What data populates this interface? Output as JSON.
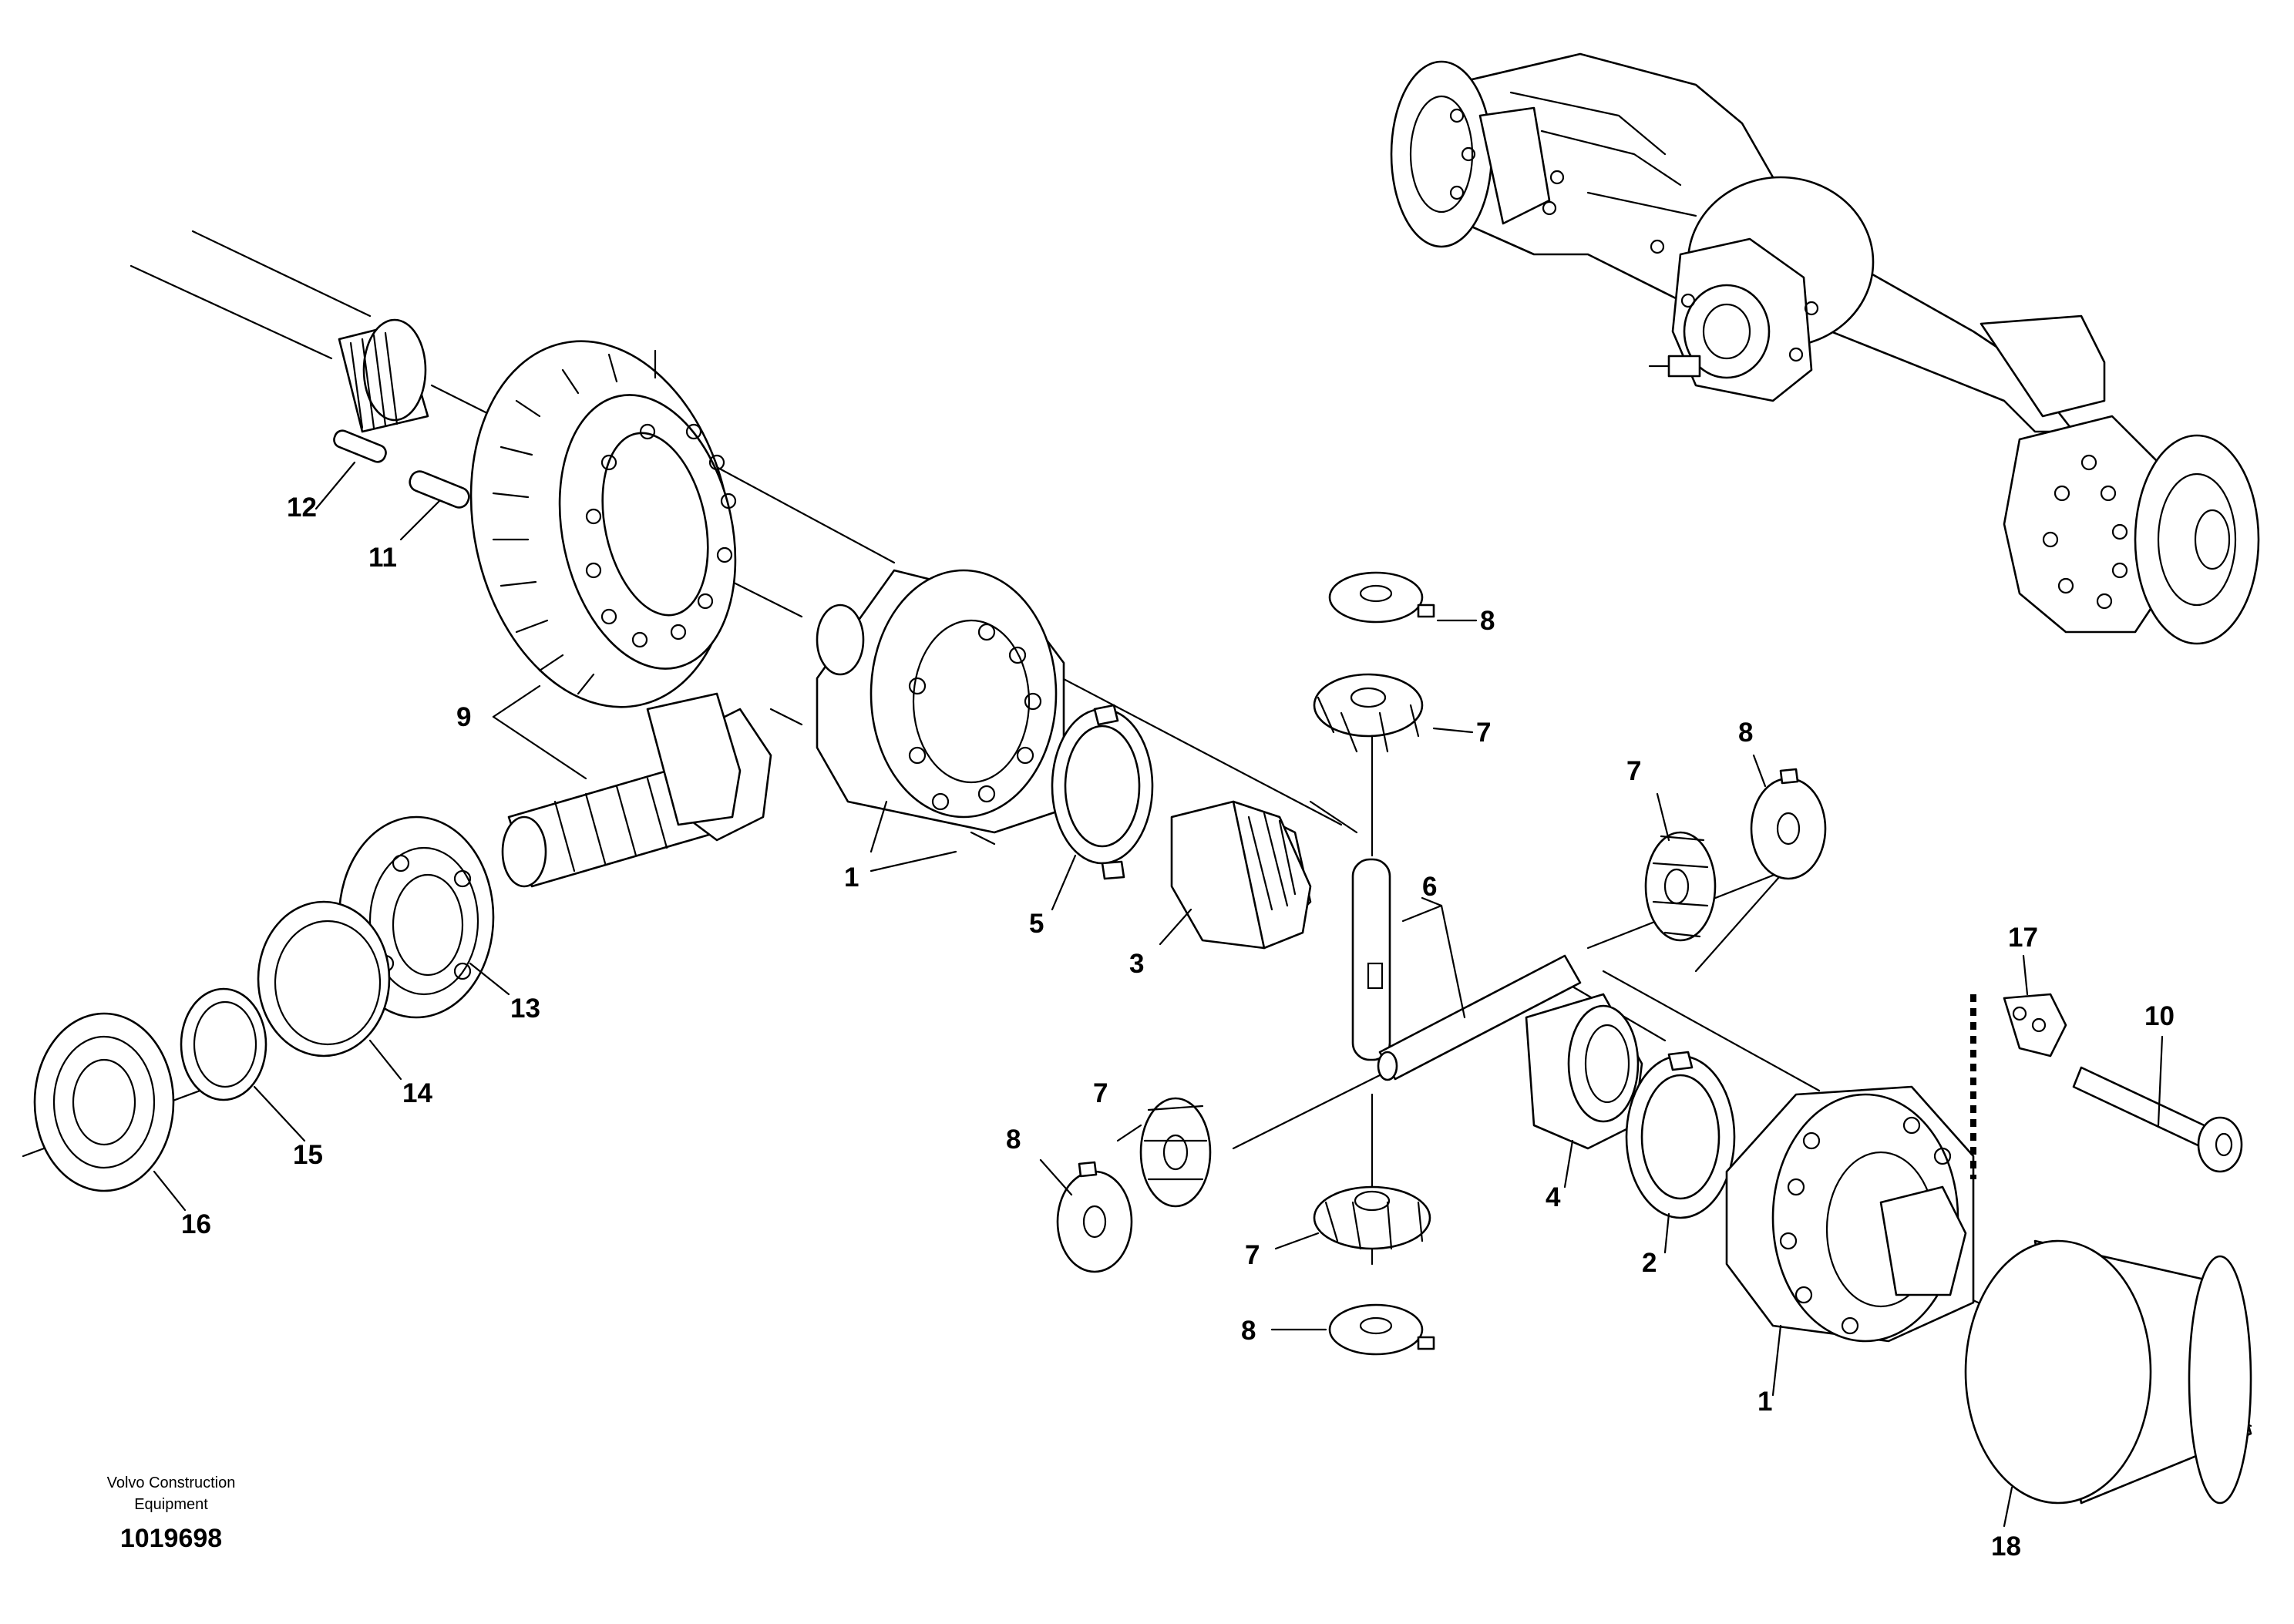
{
  "publisher": {
    "line1": "Volvo Construction",
    "line2": "Equipment"
  },
  "drawing_number": "1019698",
  "callouts": [
    "1",
    "1",
    "2",
    "3",
    "4",
    "5",
    "6",
    "7",
    "7",
    "7",
    "7",
    "8",
    "8",
    "8",
    "8",
    "9",
    "10",
    "11",
    "12",
    "13",
    "14",
    "15",
    "16",
    "17",
    "18"
  ]
}
